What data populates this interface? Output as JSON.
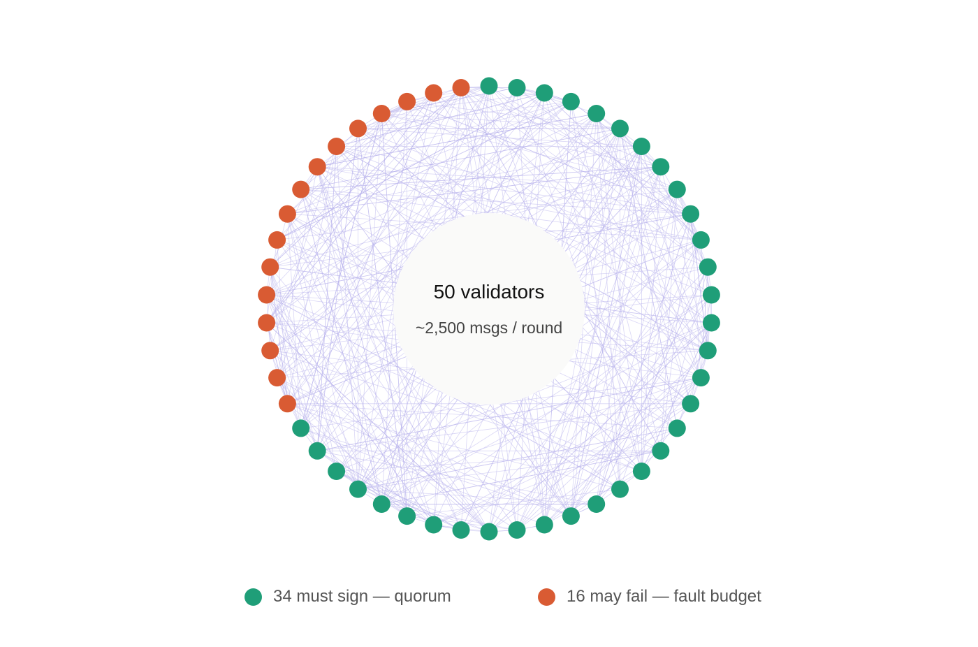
{
  "center": {
    "title": "50 validators",
    "subtitle": "~2,500 msgs / round"
  },
  "nodes": {
    "total": 50,
    "quorum_count": 34,
    "fault_count": 16
  },
  "legend": [
    {
      "label": "34 must sign — quorum",
      "color": "#1f9e78"
    },
    {
      "label": "16 may fail — fault budget",
      "color": "#d95b33"
    }
  ],
  "colors": {
    "quorum": "#1f9e78",
    "fault": "#d95b33",
    "edge": "#b9b4ec",
    "center_fill": "#fafaf9"
  }
}
